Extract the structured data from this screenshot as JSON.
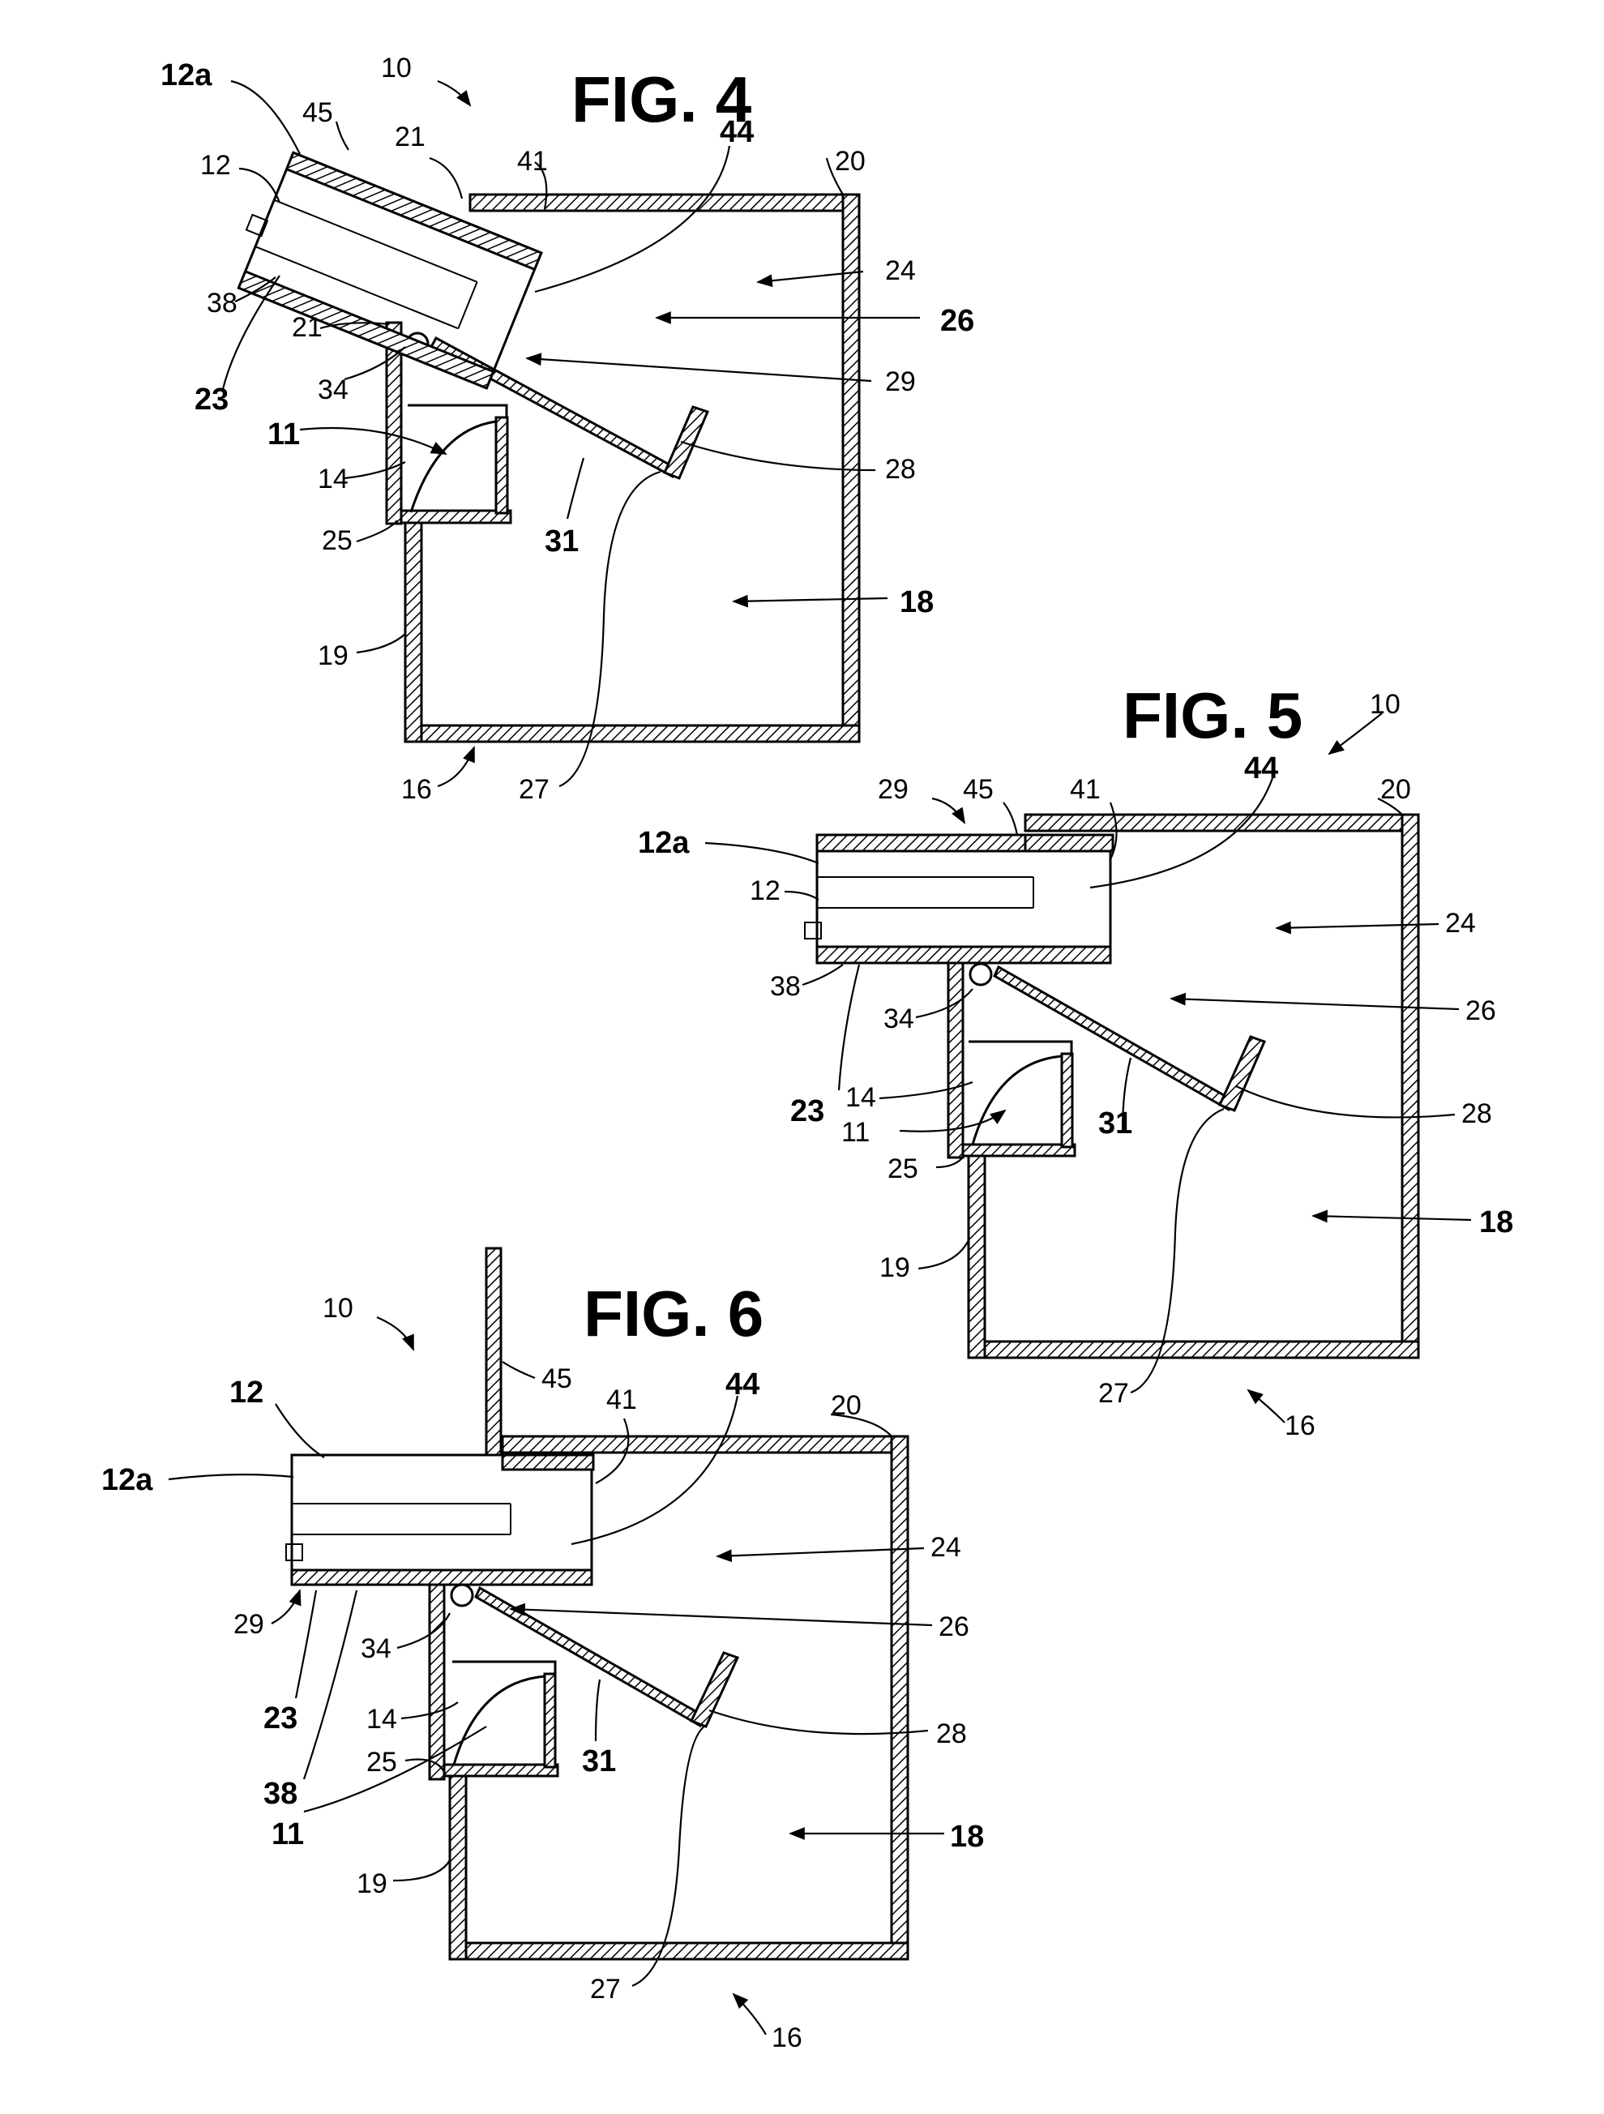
{
  "figures": [
    {
      "id": "fig4",
      "title": "FIG. 4",
      "labels": {
        "l10": "10",
        "l12a": "12a",
        "l45": "45",
        "l12": "12",
        "l21a": "21",
        "l41": "41",
        "l44": "44",
        "l20": "20",
        "l24": "24",
        "l26": "26",
        "l38": "38",
        "l21b": "21",
        "l34": "34",
        "l29": "29",
        "l23": "23",
        "l11": "11",
        "l28": "28",
        "l14": "14",
        "l31": "31",
        "l25": "25",
        "l18": "18",
        "l19": "19",
        "l16": "16",
        "l27": "27"
      }
    },
    {
      "id": "fig5",
      "title": "FIG. 5",
      "labels": {
        "l10": "10",
        "l29": "29",
        "l45": "45",
        "l41": "41",
        "l44": "44",
        "l20": "20",
        "l12a": "12a",
        "l12": "12",
        "l24": "24",
        "l38": "38",
        "l34": "34",
        "l26": "26",
        "l23": "23",
        "l14": "14",
        "l11": "11",
        "l31": "31",
        "l28": "28",
        "l25": "25",
        "l18": "18",
        "l19": "19",
        "l27": "27",
        "l16": "16"
      }
    },
    {
      "id": "fig6",
      "title": "FIG. 6",
      "labels": {
        "l10": "10",
        "l45": "45",
        "l12": "12",
        "l41": "41",
        "l44": "44",
        "l20": "20",
        "l12a": "12a",
        "l24": "24",
        "l29": "29",
        "l34": "34",
        "l26": "26",
        "l23": "23",
        "l14": "14",
        "l31": "31",
        "l28": "28",
        "l38": "38",
        "l25": "25",
        "l11": "11",
        "l18": "18",
        "l19": "19",
        "l27": "27",
        "l16": "16"
      }
    }
  ],
  "colors": {
    "ink": "#000000",
    "paper": "#ffffff"
  }
}
